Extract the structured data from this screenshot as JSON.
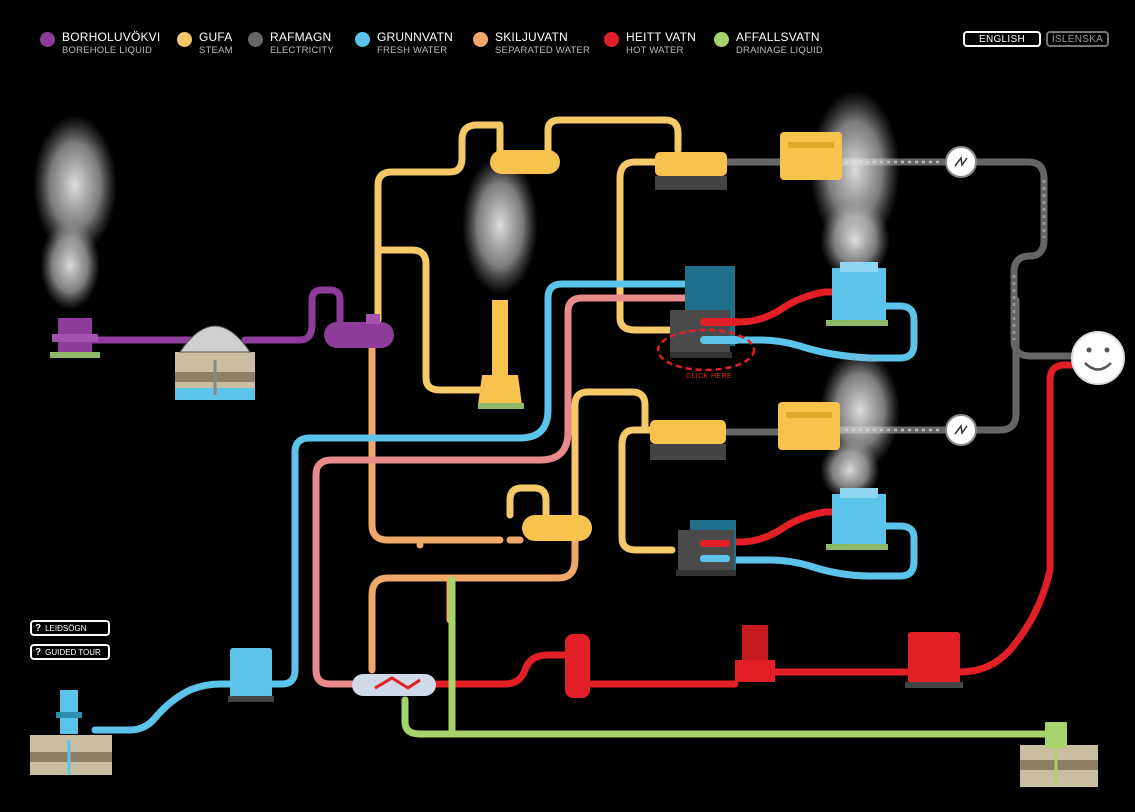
{
  "legend": [
    {
      "icelandic": "BORHOLUVÖKVI",
      "english": "BOREHOLE LIQUID",
      "color": "#8e3c9a"
    },
    {
      "icelandic": "GUFA",
      "english": "STEAM",
      "color": "#f5c968"
    },
    {
      "icelandic": "RAFMAGN",
      "english": "ELECTRICITY",
      "color": "#666666"
    },
    {
      "icelandic": "GRUNNVATN",
      "english": "FRESH WATER",
      "color": "#5cc3ea"
    },
    {
      "icelandic": "SKILJUVATN",
      "english": "SEPARATED WATER",
      "color": "#f0a868"
    },
    {
      "icelandic": "HEITT VATN",
      "english": "HOT WATER",
      "color": "#e21f26"
    },
    {
      "icelandic": "AFFALLSVATN",
      "english": "DRAINAGE LIQUID",
      "color": "#a8d26c"
    }
  ],
  "language": {
    "english": "ENGLISH",
    "icelandic": "ÍSLENSKA",
    "selected": "english"
  },
  "tour": {
    "leidsogn": "LEIÐSÖGN",
    "guided_tour": "GUIDED TOUR",
    "icon": "?"
  },
  "hint": {
    "click_here": "CLICK HERE"
  },
  "colors": {
    "pink_pipe": "#e88a8a",
    "machine_yellow": "#f7c34e",
    "machine_blue": "#2e8fb0",
    "steam": "#d8d8d8",
    "ground": "#c9bfa0"
  }
}
